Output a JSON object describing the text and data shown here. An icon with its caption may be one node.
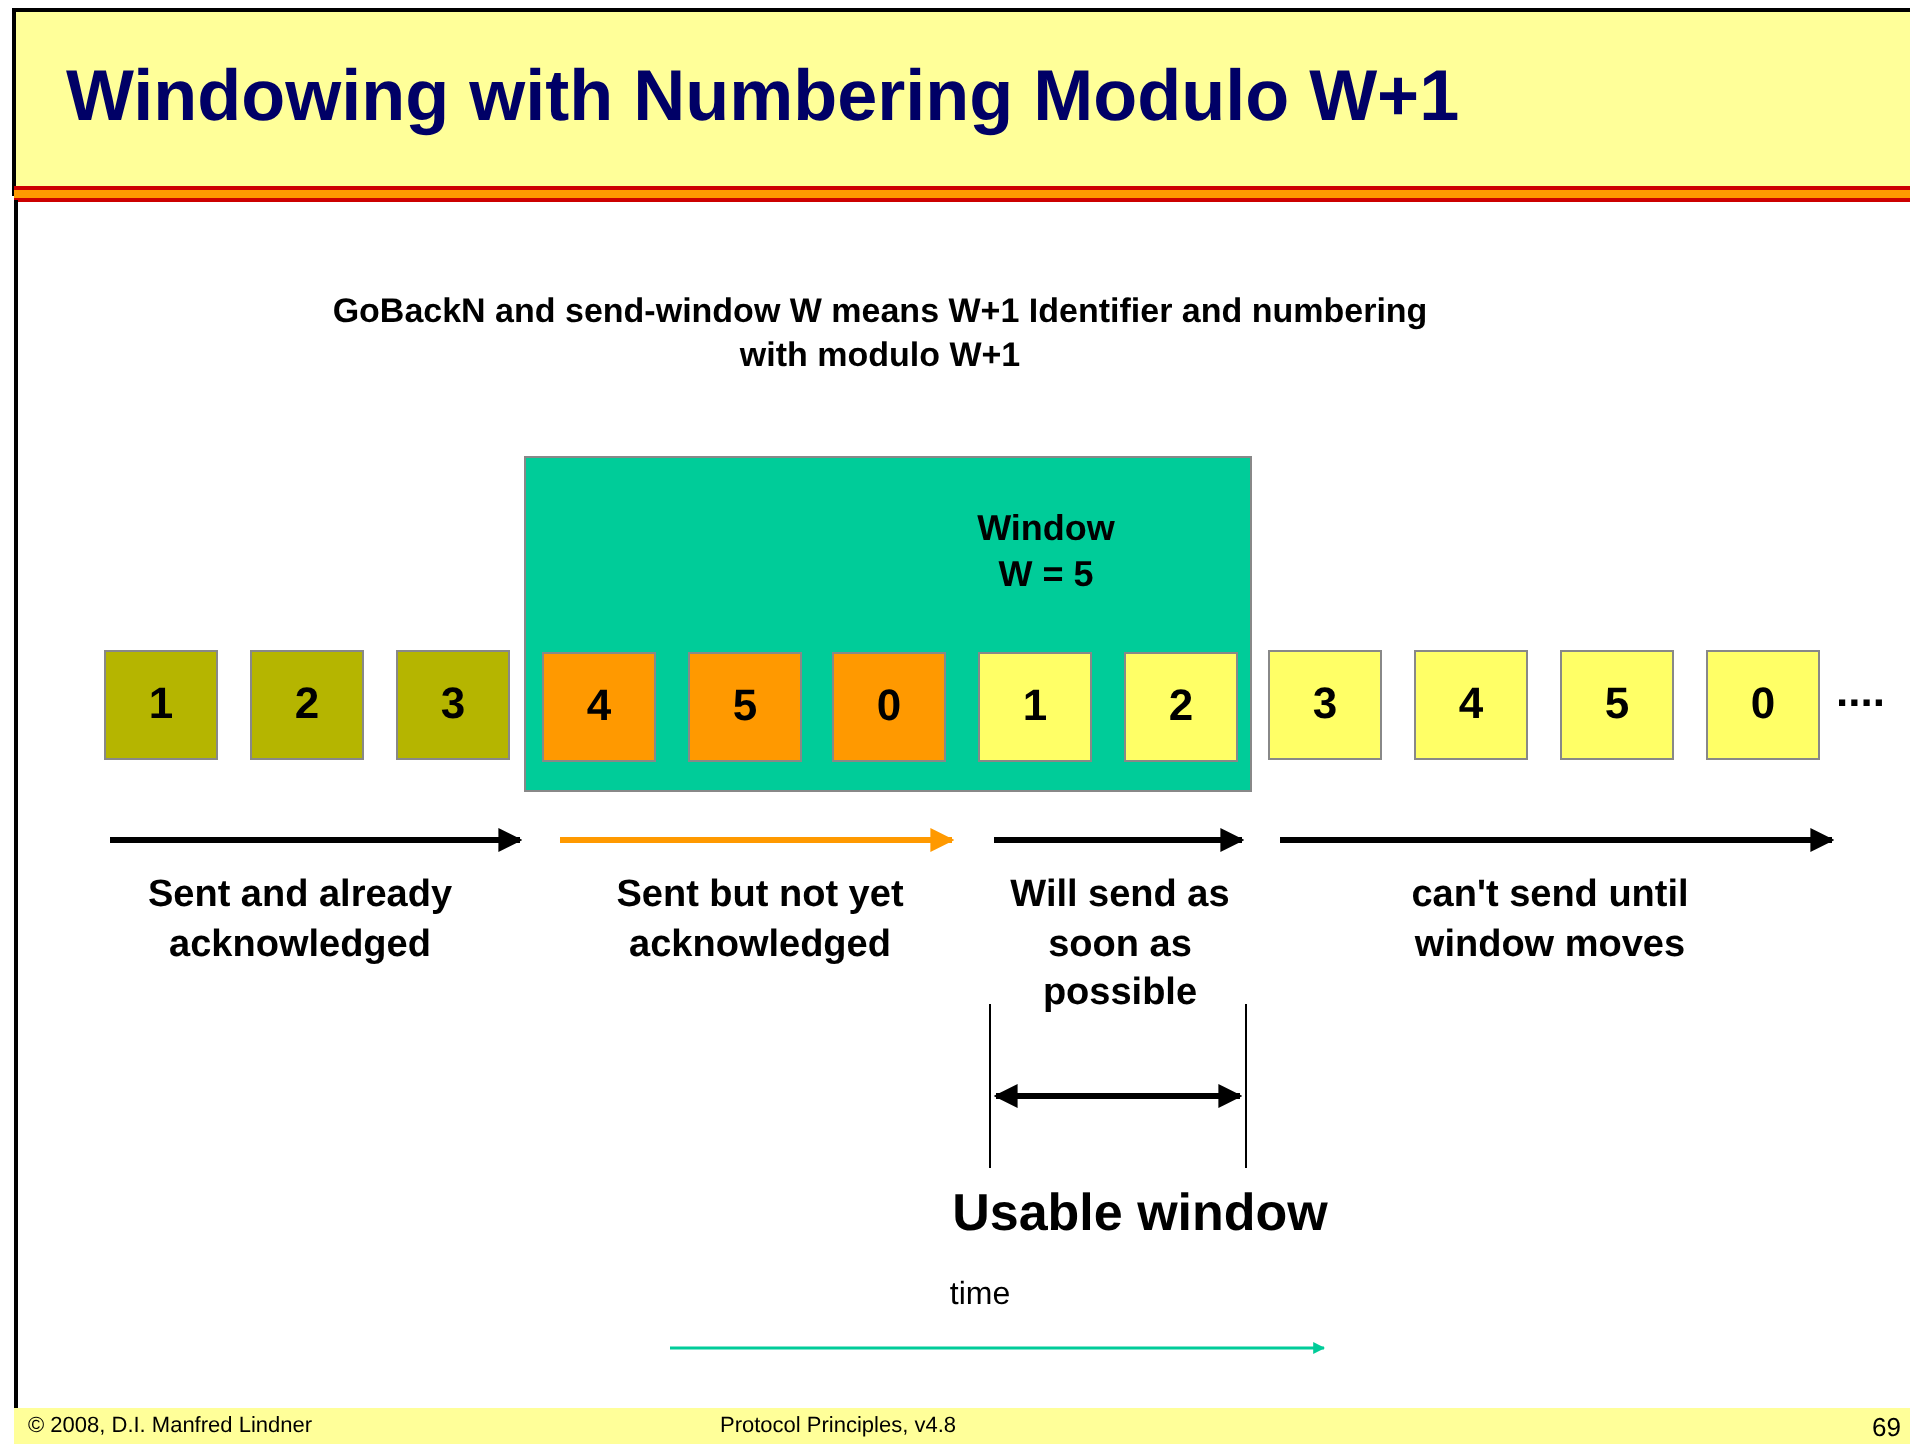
{
  "diagram": {
    "title": "Windowing with Numbering Modulo W+1",
    "nodes": [
      {
        "text": [
          "Window W = 5"
        ]
      },
      {
        "text": [
          "1"
        ]
      },
      {
        "text": [
          "2"
        ]
      },
      {
        "text": [
          "3"
        ]
      },
      {
        "text": [
          "4"
        ],
        "in": 0
      },
      {
        "text": [
          "5"
        ],
        "in": 0
      },
      {
        "text": [
          "0"
        ],
        "in": 0
      },
      {
        "text": [
          "1"
        ],
        "in": 0
      },
      {
        "text": [
          "2"
        ],
        "in": 0
      },
      {
        "text": [
          "3"
        ]
      },
      {
        "text": [
          "4"
        ]
      },
      {
        "text": [
          "5"
        ]
      },
      {
        "text": [
          "0"
        ]
      }
    ],
    "labels": [
      "GoBackN and send-window W means W+1 Identifier and numbering  with modulo W+1",
      "....",
      "Sent and already acknowledged",
      "Sent but not yet acknowledged",
      "Will send as soon as possible",
      "can't send until window moves",
      "Usable window",
      "time",
      "© 2008, D.I. Manfred Lindner",
      "Protocol Principles, v4.8",
      "69"
    ]
  }
}
